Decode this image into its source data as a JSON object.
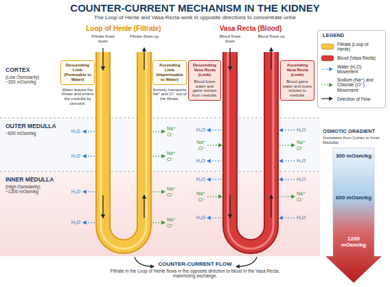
{
  "diagram": {
    "title": "COUNTER-CURRENT MECHANISM IN THE KIDNEY",
    "nodes": [
      {
        "text": [
          "Descending Limb (Permeable to Water)",
          "Water leaves the filtrate and enters the medulla by osmosis."
        ]
      },
      {
        "text": [
          "Ascending Limb (Impermeable to Water)",
          "Actively transports Na⁺ and Cl⁻ out of the filtrate."
        ]
      },
      {
        "text": [
          "Descending Vasa Recta (Limb)",
          "Blood loses water and gains solutes from medulla."
        ]
      },
      {
        "text": [
          "Ascending Vasa Recta (Limb)",
          "Blood gains water and loses solutes to medulla."
        ]
      }
    ],
    "labels": [
      "The Loop of Henle and Vasa Recta work in opposite directions to concentrate urine",
      "Loop of Henle (Filtrate)",
      "Vasa Recta (Blood)",
      "Filtrate flows down",
      "Filtrate flows up",
      "Blood flows down",
      "Blood flows up",
      "CORTEX",
      "(Low Osmolarity) ~300 mOsm/kg",
      "OUTER MEDULLA",
      "~600 mOsm/kg",
      "INNER MEDULLA",
      "(High Osmolarity) ~1200 mOsm/kg",
      "H₂O",
      "H₂O",
      "H₂O",
      "H₂O",
      "Na⁺",
      "Cl⁻",
      "Na⁺",
      "Cl⁻",
      "Na⁺",
      "Cl⁻",
      "Na⁺",
      "Cl⁻",
      "H₂O",
      "Na⁺",
      "Cl⁻",
      "H₂O",
      "H₂O",
      "Na⁺",
      "Cl⁻",
      "H₂O",
      "H₂O",
      "Na⁺",
      "Cl⁻",
      "H₂O",
      "H₂O",
      "Na⁺",
      "Cl⁻",
      "H₂O",
      "LEGEND",
      "OSMOTIC GRADIENT",
      "(Increases from Cortex to Inner Medulla)",
      "300 mOsm/kg",
      "600 mOsm/kg",
      "1200 mOsm/kg",
      "COUNTER-CURRENT FLOW",
      "Filtrate in the Loop of Henle flows in the opposite direction to blood in the Vasa Recta, maximizing exchange."
    ],
    "legend": [
      {
        "text": "Filtrate (Loop of Henle)",
        "color": "#f6c445"
      },
      {
        "text": "Blood (Vasa Recta)",
        "color": "#d63b3b"
      },
      {
        "text": "Water (H₂O) Movement"
      },
      {
        "text": "Sodium (Na⁺) and Chloride (Cl⁻) Movement"
      },
      {
        "text": "Direction of Flow"
      }
    ]
  }
}
